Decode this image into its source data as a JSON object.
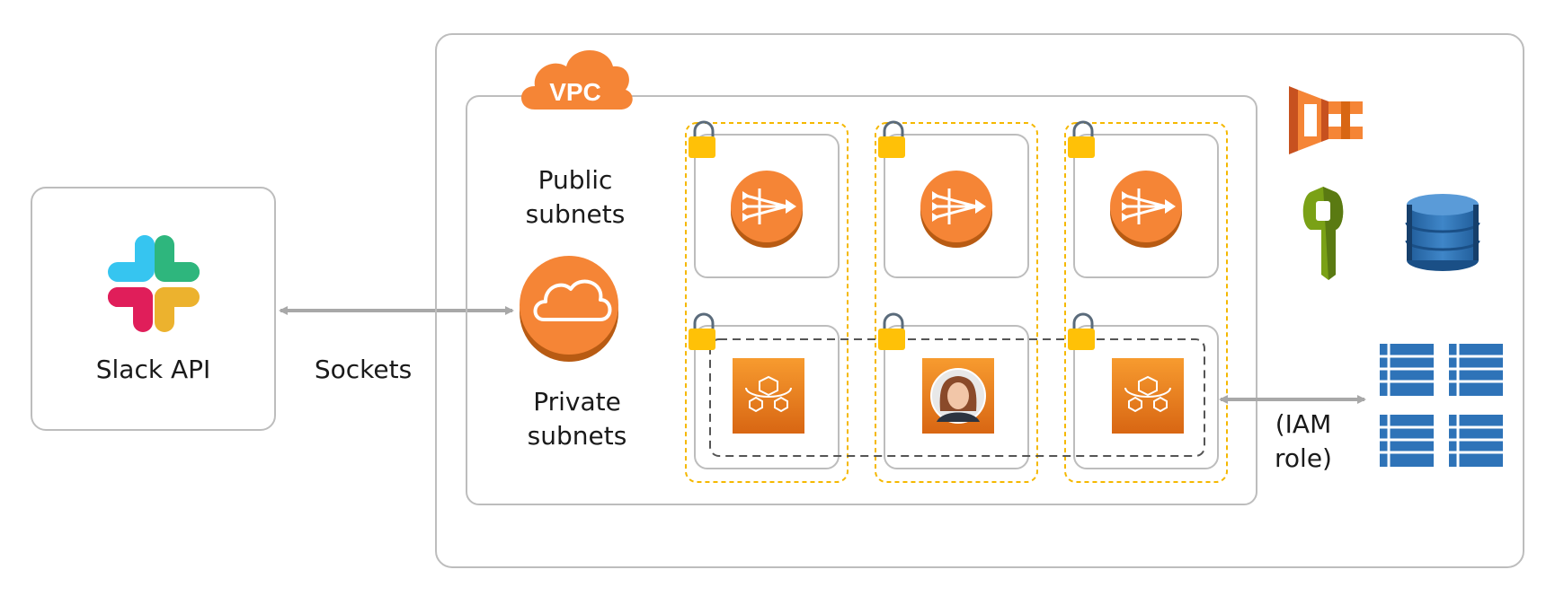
{
  "slack": {
    "label": "Slack API"
  },
  "connection": {
    "label": "Sockets"
  },
  "vpc": {
    "badge": "VPC"
  },
  "subnets": {
    "public_label": "Public\nsubnets",
    "private_label": "Private\nsubnets"
  },
  "iam": {
    "label": "(IAM\nrole)"
  },
  "colors": {
    "aws_orange": "#F58536",
    "lock_yellow": "#FFC107",
    "dynamo_blue": "#2E73B8",
    "kms_green": "#7AA116",
    "slack_blue": "#36C5F0",
    "slack_green": "#2EB67D",
    "slack_red": "#E01E5A",
    "slack_yellow": "#ECB22E"
  },
  "icons": [
    "slack-logo-icon",
    "vpc-cloud-icon",
    "cloud-gateway-icon",
    "nat-gateway-icon",
    "lock-icon",
    "fargate-task-icon",
    "user-avatar-icon",
    "ecs-icon",
    "kms-key-icon",
    "dynamodb-icon",
    "dynamodb-table-icon"
  ]
}
